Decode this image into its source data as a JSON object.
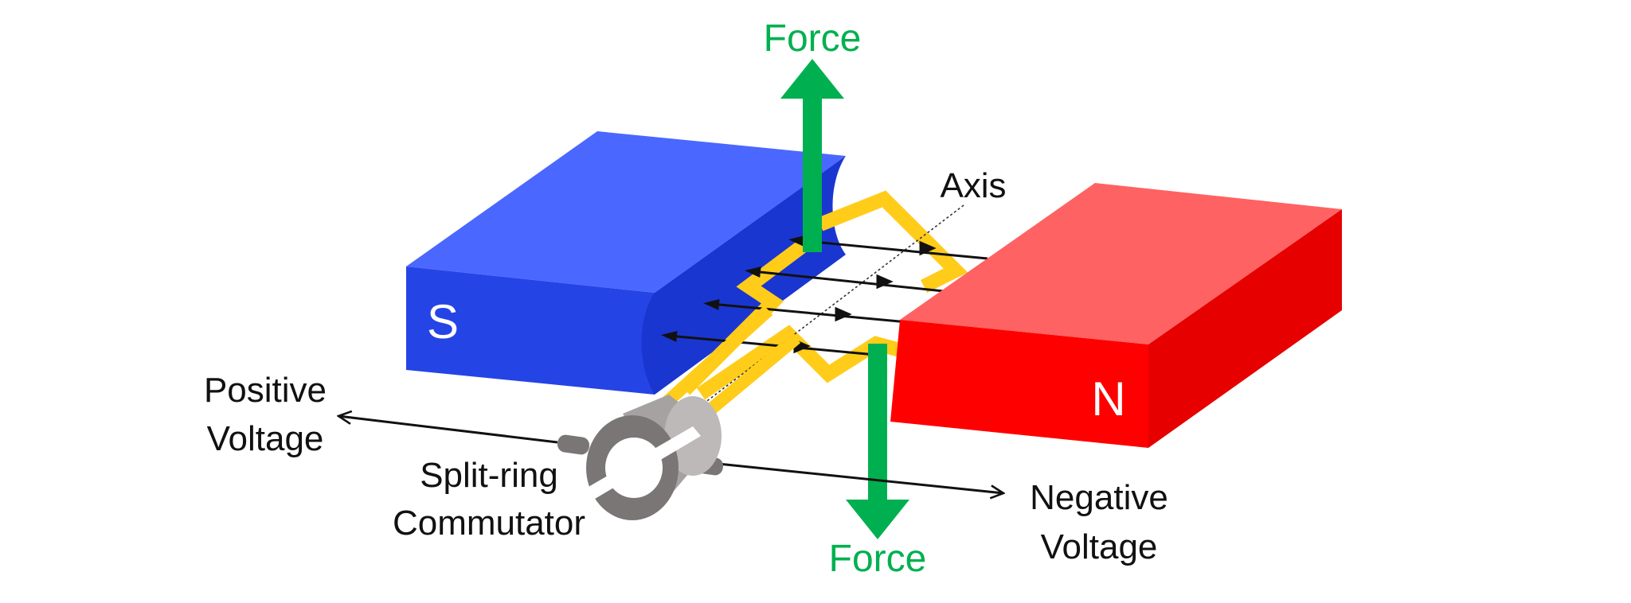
{
  "labels": {
    "force_top": "Force",
    "force_bottom": "Force",
    "axis": "Axis",
    "pole_south": "S",
    "pole_north": "N",
    "positive_line1": "Positive",
    "positive_line2": "Voltage",
    "negative_line1": "Negative",
    "negative_line2": "Voltage",
    "commutator_line1": "Split-ring",
    "commutator_line2": "Commutator"
  },
  "colors": {
    "force": "#00b050",
    "south_top": "#4a68ff",
    "south_front": "#2544e6",
    "south_side": "#1a36d0",
    "north_top": "#ff6262",
    "north_front": "#ff0000",
    "north_side": "#e60000",
    "coil": "#ffcc1a",
    "field_line": "#111111",
    "commutator": "#a6a2a2"
  }
}
